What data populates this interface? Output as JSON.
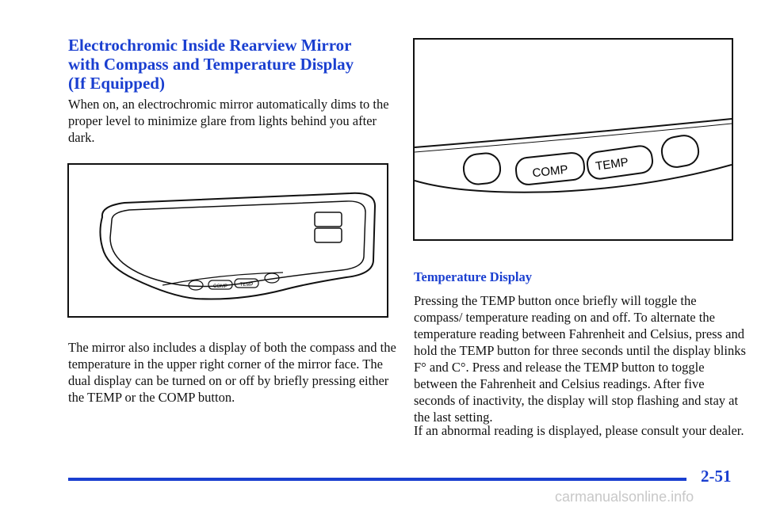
{
  "section": {
    "title_lines": [
      "Electrochromic Inside Rearview Mirror",
      "with Compass and Temperature Display",
      "(If Equipped)"
    ],
    "intro": "When on, an electrochromic mirror automatically dims to the proper level to minimize glare from lights behind you after dark.",
    "display_paragraph": "The mirror also includes a display of both the compass and the temperature in the upper right corner of the mirror face.  The dual display can be turned on or off by briefly pressing either the TEMP or the COMP button."
  },
  "figure_mirror": {
    "comp_label": "COMP",
    "temp_label": "TEMP"
  },
  "figure_buttons": {
    "comp_label": "COMP",
    "temp_label": "TEMP"
  },
  "temperature": {
    "heading": "Temperature Display",
    "body": "Pressing the TEMP button once briefly will toggle the compass/ temperature reading on and off. To alternate the temperature reading between Fahrenheit and Celsius, press and hold the TEMP button for three seconds until the display blinks F° and C°. Press and release the TEMP button to toggle between the Fahrenheit and Celsius readings. After five seconds of inactivity, the display will stop flashing and stay at the last setting.",
    "abnormal": "If an abnormal reading is displayed, please consult your dealer."
  },
  "footer": {
    "page_number": "2-51",
    "watermark": "carmanualsonline.info"
  },
  "colors": {
    "heading_blue": "#1a3fd0",
    "rule_blue": "#1a3fd0"
  }
}
